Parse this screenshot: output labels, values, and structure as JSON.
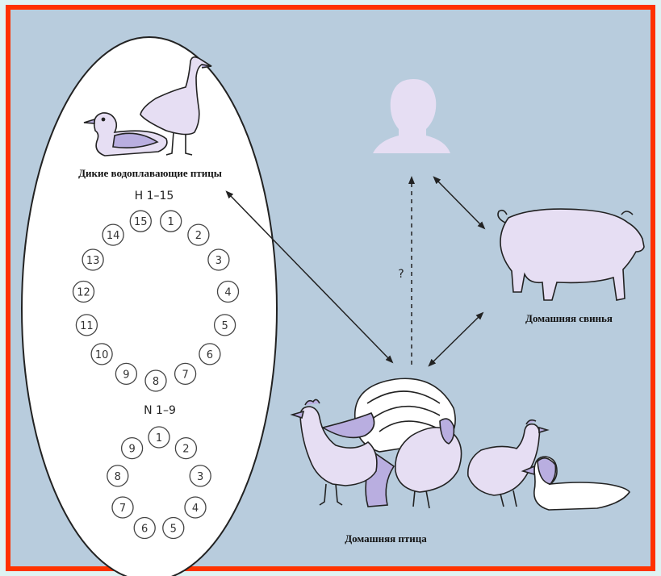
{
  "colors": {
    "frame": "#ff3300",
    "background": "#b8ccdd",
    "ellipse_fill": "#ffffff",
    "animal_fill": "#e6def3",
    "animal_accent": "#b9aee0",
    "stroke": "#222222"
  },
  "labels": {
    "wild_birds": "Дикие водоплавающие птицы",
    "h_group": "Н 1–15",
    "n_group": "N 1–9",
    "pig": "Домашняя свинья",
    "poultry": "Домашняя птица",
    "question": "?"
  },
  "h_subtypes": [
    "1",
    "2",
    "3",
    "4",
    "5",
    "6",
    "7",
    "8",
    "9",
    "10",
    "11",
    "12",
    "13",
    "14",
    "15"
  ],
  "n_subtypes": [
    "1",
    "2",
    "3",
    "4",
    "5",
    "6",
    "7",
    "8",
    "9"
  ],
  "icons": [
    "duck-icon",
    "goose-icon",
    "human-silhouette-icon",
    "pig-icon",
    "rooster-icon",
    "turkey-icon",
    "hen-icon",
    "domestic-duck-icon"
  ]
}
